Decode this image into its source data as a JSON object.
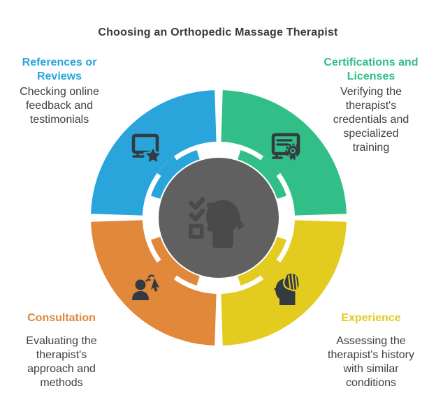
{
  "title": "Choosing an Orthopedic Massage Therapist",
  "colors": {
    "icon_dark": "#333b40",
    "center_circle": "#606060",
    "center_icon": "#4a4a4a",
    "title_text": "#3a3a3a",
    "body_text": "#414141"
  },
  "center": {
    "icon": "decision-checklist-head-icon"
  },
  "segments": [
    {
      "id": "references",
      "heading": "References or Reviews",
      "body": "Checking online feedback and testimonials",
      "color": "#29a5dc",
      "icon": "monitor-star-icon",
      "position": "top-left"
    },
    {
      "id": "certifications",
      "heading": "Certifications and Licenses",
      "body": "Verifying the therapist's credentials and specialized training",
      "color": "#31bf87",
      "icon": "certificate-icon",
      "position": "top-right"
    },
    {
      "id": "consultation",
      "heading": "Consultation",
      "body": "Evaluating the therapist's approach and methods",
      "color": "#e1883b",
      "icon": "person-cursor-icon",
      "position": "bottom-left"
    },
    {
      "id": "experience",
      "heading": "Experience",
      "body": "Assessing the therapist's history with similar conditions",
      "color": "#e3cb1f",
      "icon": "head-hand-icon",
      "position": "bottom-right"
    }
  ]
}
